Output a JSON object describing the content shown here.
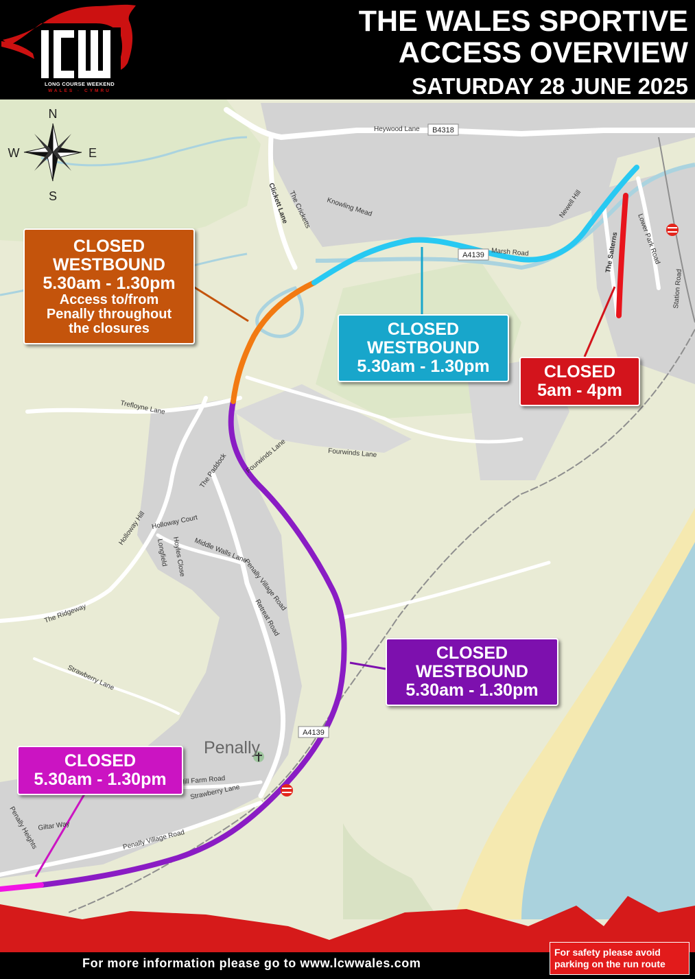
{
  "header": {
    "logo_title": "LCW",
    "logo_subtitle": "LONG COURSE WEEKEND",
    "logo_subtitle2": "WALES · CYMRU",
    "title_line1": "THE WALES SPORTIVE",
    "title_line2": "ACCESS OVERVIEW",
    "date": "SATURDAY 28 JUNE 2025"
  },
  "compass": {
    "n": "N",
    "s": "S",
    "e": "E",
    "w": "W"
  },
  "closures": {
    "orange": {
      "line1": "CLOSED",
      "line2": "WESTBOUND",
      "times": "5.30am - 1.30pm",
      "note1": "Access to/from",
      "note2": "Penally throughout",
      "note3": "the closures",
      "color": "#c4540c"
    },
    "cyan": {
      "line1": "CLOSED",
      "line2": "WESTBOUND",
      "times": "5.30am - 1.30pm",
      "color": "#18a6cb"
    },
    "red": {
      "line1": "CLOSED",
      "times": "5am - 4pm",
      "color": "#d3141c"
    },
    "purple": {
      "line1": "CLOSED",
      "line2": "WESTBOUND",
      "times": "5.30am - 1.30pm",
      "color": "#7d10ae"
    },
    "magenta": {
      "line1": "CLOSED",
      "times": "5.30am - 1.30pm",
      "color": "#cb14c2"
    }
  },
  "map_labels": {
    "heywood_lane": "Heywood Lane",
    "b4318": "B4318",
    "clickett_lane": "Clickett Lane",
    "the_cricketts": "The Cricketts",
    "knowling_mead": "Knowling Mead",
    "newell_hill": "Newell Hill",
    "a4139_north": "A4139",
    "marsh_road": "Marsh Road",
    "the_salterns": "The Salterns",
    "lower_park_road": "Lower Park Road",
    "station_road": "Station Road",
    "trefloyne_lane": "Trefloyne Lane",
    "fourwinds_lane_1": "Fourwinds Lane",
    "fourwinds_lane_2": "Fourwinds Lane",
    "the_paddock": "The Paddock",
    "holloway_hill": "Holloway Hill",
    "holloway_court": "Holloway Court",
    "longfield": "Longfield",
    "hoyles_close": "Hoyles Close",
    "middle_walls_lane": "Middle Walls Lane",
    "penally_village_road_1": "Penally Village Road",
    "retreat_road": "Retreat Road",
    "the_ridgeway": "The Ridgeway",
    "strawberry_lane_1": "Strawberry Lane",
    "strawberry_lane_2": "Strawberry Lane",
    "a4139_south": "A4139",
    "penally": "Penally",
    "hill_farm_road": "Hill Farm Road",
    "giltar_way": "Giltar Way",
    "penally_heights": "Penally Heights",
    "penally_village_road_2": "Penally Village Road"
  },
  "footer": {
    "info": "For more information please go to www.lcwwales.com",
    "safety_line1": "For safety please avoid",
    "safety_line2": "parking on the run route"
  },
  "colors": {
    "land": "#e9ebd5",
    "road": "#ffffff",
    "built_up": "#d3d3d3",
    "sea": "#aad2dd",
    "sand": "#f5e9b0",
    "river": "#aad3df",
    "red_band": "#d61a1a"
  }
}
